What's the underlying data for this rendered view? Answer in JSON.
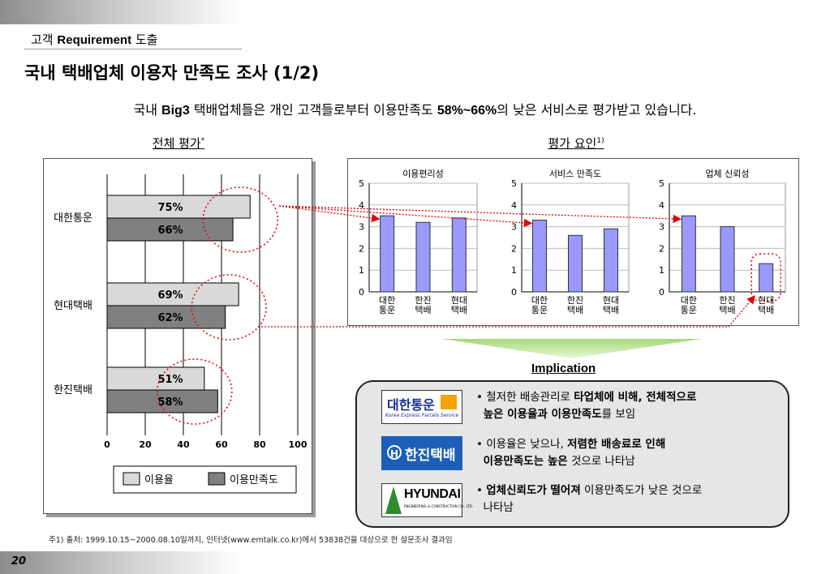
{
  "header": {
    "breadcrumb_prefix": "고객",
    "breadcrumb_bold": "Requirement",
    "breadcrumb_suffix": "도출",
    "title": "국내 택배업체 이용자 만족도 조사 (1/2)",
    "subtitle_pre": "국내",
    "subtitle_b1": "Big3",
    "subtitle_mid": "택배업체들은 개인 고객들로부터 이용만족도",
    "subtitle_b2": "58%~66%",
    "subtitle_post": "의 낮은 서비스로 평가받고 있습니다."
  },
  "sections": {
    "overall_title": "전체 평가",
    "overall_mark": "*",
    "factors_title": "평가 요인",
    "factors_mark": "1)"
  },
  "colors": {
    "usage": "#d9d9d9",
    "satisfaction": "#808080",
    "factor_bar": "#9999ff",
    "highlight": "#e00000"
  },
  "chart_data": [
    {
      "type": "bar",
      "orientation": "horizontal",
      "categories": [
        "대한통운",
        "현대택배",
        "한진택배"
      ],
      "series": [
        {
          "name": "이용율",
          "values": [
            75,
            69,
            51
          ],
          "labels": [
            "75%",
            "69%",
            "51%"
          ]
        },
        {
          "name": "이용만족도",
          "values": [
            66,
            62,
            58
          ],
          "labels": [
            "66%",
            "62%",
            "58%"
          ]
        }
      ],
      "xticks": [
        "0",
        "20",
        "40",
        "60",
        "80",
        "100"
      ],
      "xlim": [
        0,
        100
      ],
      "grid": true,
      "legend": "bottom"
    },
    {
      "type": "bar",
      "title": "이용편리성",
      "categories": [
        "대한\n통운",
        "한진\n택배",
        "현대\n택배"
      ],
      "values": [
        3.5,
        3.2,
        3.4
      ],
      "yticks": [
        "0",
        "1",
        "2",
        "3",
        "4",
        "5"
      ],
      "ylim": [
        0,
        5
      ],
      "grid": true
    },
    {
      "type": "bar",
      "title": "서비스 만족도",
      "categories": [
        "대한\n통운",
        "한진\n택배",
        "현대\n택배"
      ],
      "values": [
        3.3,
        2.6,
        2.9
      ],
      "yticks": [
        "0",
        "1",
        "2",
        "3",
        "4",
        "5"
      ],
      "ylim": [
        0,
        5
      ],
      "grid": true
    },
    {
      "type": "bar",
      "title": "업체 신뢰성",
      "categories": [
        "대한\n통운",
        "한진\n택배",
        "현대\n택배"
      ],
      "values": [
        3.5,
        3.0,
        1.3
      ],
      "yticks": [
        "0",
        "1",
        "2",
        "3",
        "4",
        "5"
      ],
      "ylim": [
        0,
        5
      ],
      "grid": true
    }
  ],
  "implication": {
    "title": "Implication",
    "items": [
      {
        "logo": "대한통운",
        "logo_sub": "Korea Express Parcels Service",
        "bullet": "•",
        "t1": "철저한 배송관리로",
        "b1": "타업체에 비해, 전체적으로",
        "b2": "높은 이용율과 이용만족도",
        "t2": "를 보임"
      },
      {
        "logo": "한진택배",
        "bullet": "•",
        "t1": "이용율은 낮으나,",
        "b1": "저렴한 배송료로 인해",
        "b2": "이용만족도는 높은",
        "t2": "것으로 나타남"
      },
      {
        "logo": "HYUNDAI",
        "logo_sub": "ENGINEERING & CONSTRUCTION CO., LTD.",
        "bullet": "•",
        "b1": "업체신뢰도가 떨어져",
        "t1": "이용만족도가 낮은 것으로",
        "t2": "나타남"
      }
    ]
  },
  "footnote": "주1) 출처: 1999.10.15~2000.08.10일까지, 인터넷(www.emtalk.co.kr)에서 53838건을 대상으로 한 설문조사 결과임",
  "page_number": "20"
}
